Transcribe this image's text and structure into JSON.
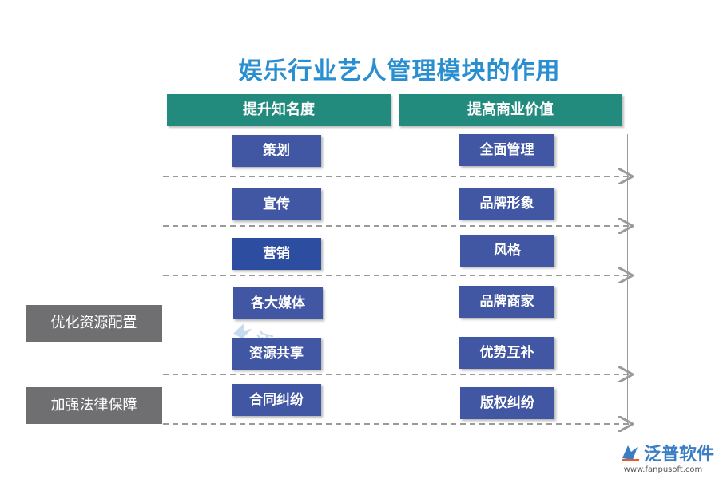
{
  "title": "娱乐行业艺人管理模块的作用",
  "columns": {
    "left_header": "提升知名度",
    "right_header": "提高商业价值"
  },
  "left_items": [
    "策划",
    "宣传",
    "营销",
    "各大媒体",
    "资源共享",
    "合同纠纷"
  ],
  "right_items": [
    "全面管理",
    "品牌形象",
    "风格",
    "品牌商家",
    "优势互补",
    "版权纠纷"
  ],
  "side_labels": [
    "优化资源配置",
    "加强法律保障"
  ],
  "logo": {
    "text": "泛普软件",
    "url": "www.fanpusoft.com",
    "watermark_text": "泛普软件"
  },
  "colors": {
    "title": "#2a8fd0",
    "header": "#238a7e",
    "box": "#4157a3",
    "side": "#6f6f71"
  }
}
